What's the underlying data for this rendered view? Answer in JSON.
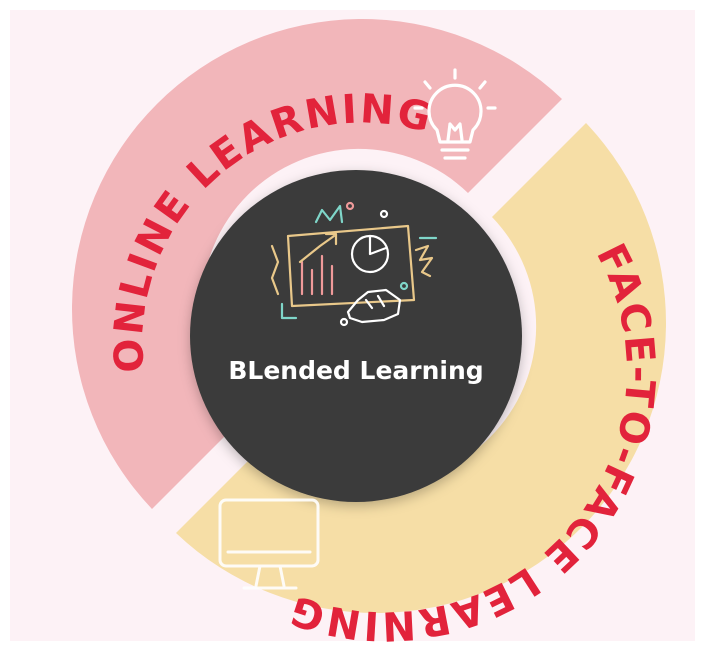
{
  "diagram": {
    "outer_label_online": "ONLINE LEARNING",
    "outer_label_face": "FACE-TO-FACE LEARNING",
    "center_label": "BLended Learning",
    "icons": [
      "lightbulb-icon",
      "monitor-icon",
      "teaching-board-icon"
    ]
  },
  "colors": {
    "panel_background": "#fdf2f6",
    "online_ring": "#f2b6ba",
    "face_ring": "#f6dea6",
    "ring_text": "#e2233b",
    "center_circle": "#3b3b3b",
    "center_text": "#ffffff",
    "icon_stroke": "#ffffff",
    "line_art_accent": "#e9c88a",
    "line_art_pink": "#ef9a9a",
    "line_art_teal": "#7fd6c9"
  }
}
